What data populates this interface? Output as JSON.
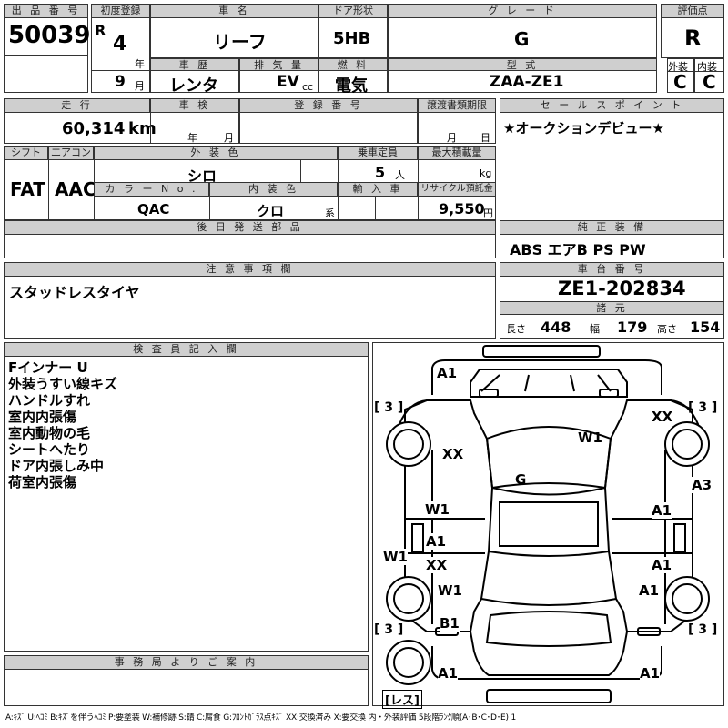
{
  "lot": {
    "label": "出 品 番 号",
    "value": "50039"
  },
  "first_reg": {
    "label": "初度登録",
    "era": "R",
    "year": "4",
    "year_unit": "年",
    "month": "9",
    "month_unit": "月"
  },
  "car_name": {
    "label": "車 名",
    "value": "リーフ"
  },
  "door": {
    "label": "ドア形状",
    "value": "5HB"
  },
  "grade": {
    "label": "グ レ ー ド",
    "value": "G"
  },
  "score": {
    "label": "評価点",
    "value": "R"
  },
  "history": {
    "label": "車 歴",
    "value": "レンタ"
  },
  "displacement": {
    "label": "排 気 量",
    "value": "EV",
    "unit": "cc"
  },
  "fuel": {
    "label": "燃 料",
    "value": "電気"
  },
  "model": {
    "label": "型 式",
    "value": "ZAA-ZE1"
  },
  "exterior_grade": {
    "label": "外装",
    "value": "C"
  },
  "interior_grade": {
    "label": "内装",
    "value": "C"
  },
  "mileage": {
    "label": "走 行",
    "value": "60,314",
    "unit": "km"
  },
  "inspection": {
    "label": "車 検",
    "year_unit": "年",
    "month_unit": "月"
  },
  "reg_number": {
    "label": "登 録 番 号"
  },
  "transfer_date": {
    "label": "譲渡書類期限",
    "month_unit": "月",
    "day_unit": "日"
  },
  "sales_point": {
    "label": "セ ー ル ス ポ イ ン ト",
    "value": "★オークションデビュー★"
  },
  "shift": {
    "label": "シフト",
    "value": "FAT"
  },
  "aircon": {
    "label": "エアコン",
    "value": "AAC"
  },
  "exterior_color": {
    "label": "外 装 色",
    "value": "シロ"
  },
  "capacity": {
    "label": "乗車定員",
    "value": "5",
    "unit": "人"
  },
  "max_load": {
    "label": "最大積載量",
    "unit": "kg"
  },
  "color_no": {
    "label": "カ ラ ー N o .",
    "value": "QAC"
  },
  "interior_color": {
    "label": "内 装 色",
    "value": "クロ",
    "unit": "系"
  },
  "import": {
    "label": "輸 入 車"
  },
  "recycle": {
    "label": "リサイクル預託金",
    "value": "9,550",
    "unit": "円"
  },
  "later_parts": {
    "label": "後 日 発 送 部 品"
  },
  "genuine_equip": {
    "label": "純 正 装 備",
    "value": "ABS エアB PS PW"
  },
  "caution": {
    "label": "注 意 事 項 欄",
    "value": "スタッドレスタイヤ"
  },
  "chassis": {
    "label": "車 台 番 号",
    "value": "ZE1-202834"
  },
  "dims": {
    "label": "諸 元",
    "length_label": "長さ",
    "length": "448",
    "width_label": "幅",
    "width": "179",
    "height_label": "高さ",
    "height": "154"
  },
  "inspector": {
    "label": "検 査 員 記 入 欄",
    "notes": [
      "Fインナー U",
      "外装うすい線キズ",
      "ハンドルすれ",
      "室内内張傷",
      "室内動物の毛",
      "シートへたり",
      "ドア内張しみ中",
      "荷室内張傷"
    ]
  },
  "office": {
    "label": "事 務 局 よ り ご 案 内"
  },
  "legend": "A:ｷｽﾞ U:ﾍｺﾐ B:ｷｽﾞを伴うﾍｺﾐ P:要塗装 W:補修跡 S:錆 C:腐食 G:ﾌﾛﾝﾄｶﾞﾗｽ点ｷｽﾞ XX:交換済み X:要交換  内・外装評価 5段階ﾗﾝｸ順(A･B･C･D･E) 1",
  "diagram": {
    "tyre_tl": "[ 3 ]",
    "tyre_tr": "[ 3 ]",
    "tyre_bl": "[ 3 ]",
    "tyre_br": "[ 3 ]",
    "spare": "[レス]",
    "marks": {
      "front_bumper": "A1",
      "fl_fender": "XX",
      "hood": "W1",
      "fr_fender": "XX",
      "windshield": "G",
      "right_edge": "A3",
      "fl_door": "W1",
      "fr_door": "A1",
      "rl_door_a": "A1",
      "rl_door_xx": "XX",
      "rr_door": "A1",
      "left_sill": "W1",
      "rl_quarter": "W1",
      "rr_quarter": "A1",
      "rear_left": "B1",
      "rear_bumper_l": "A1",
      "rear_bumper_r": "A1"
    }
  }
}
